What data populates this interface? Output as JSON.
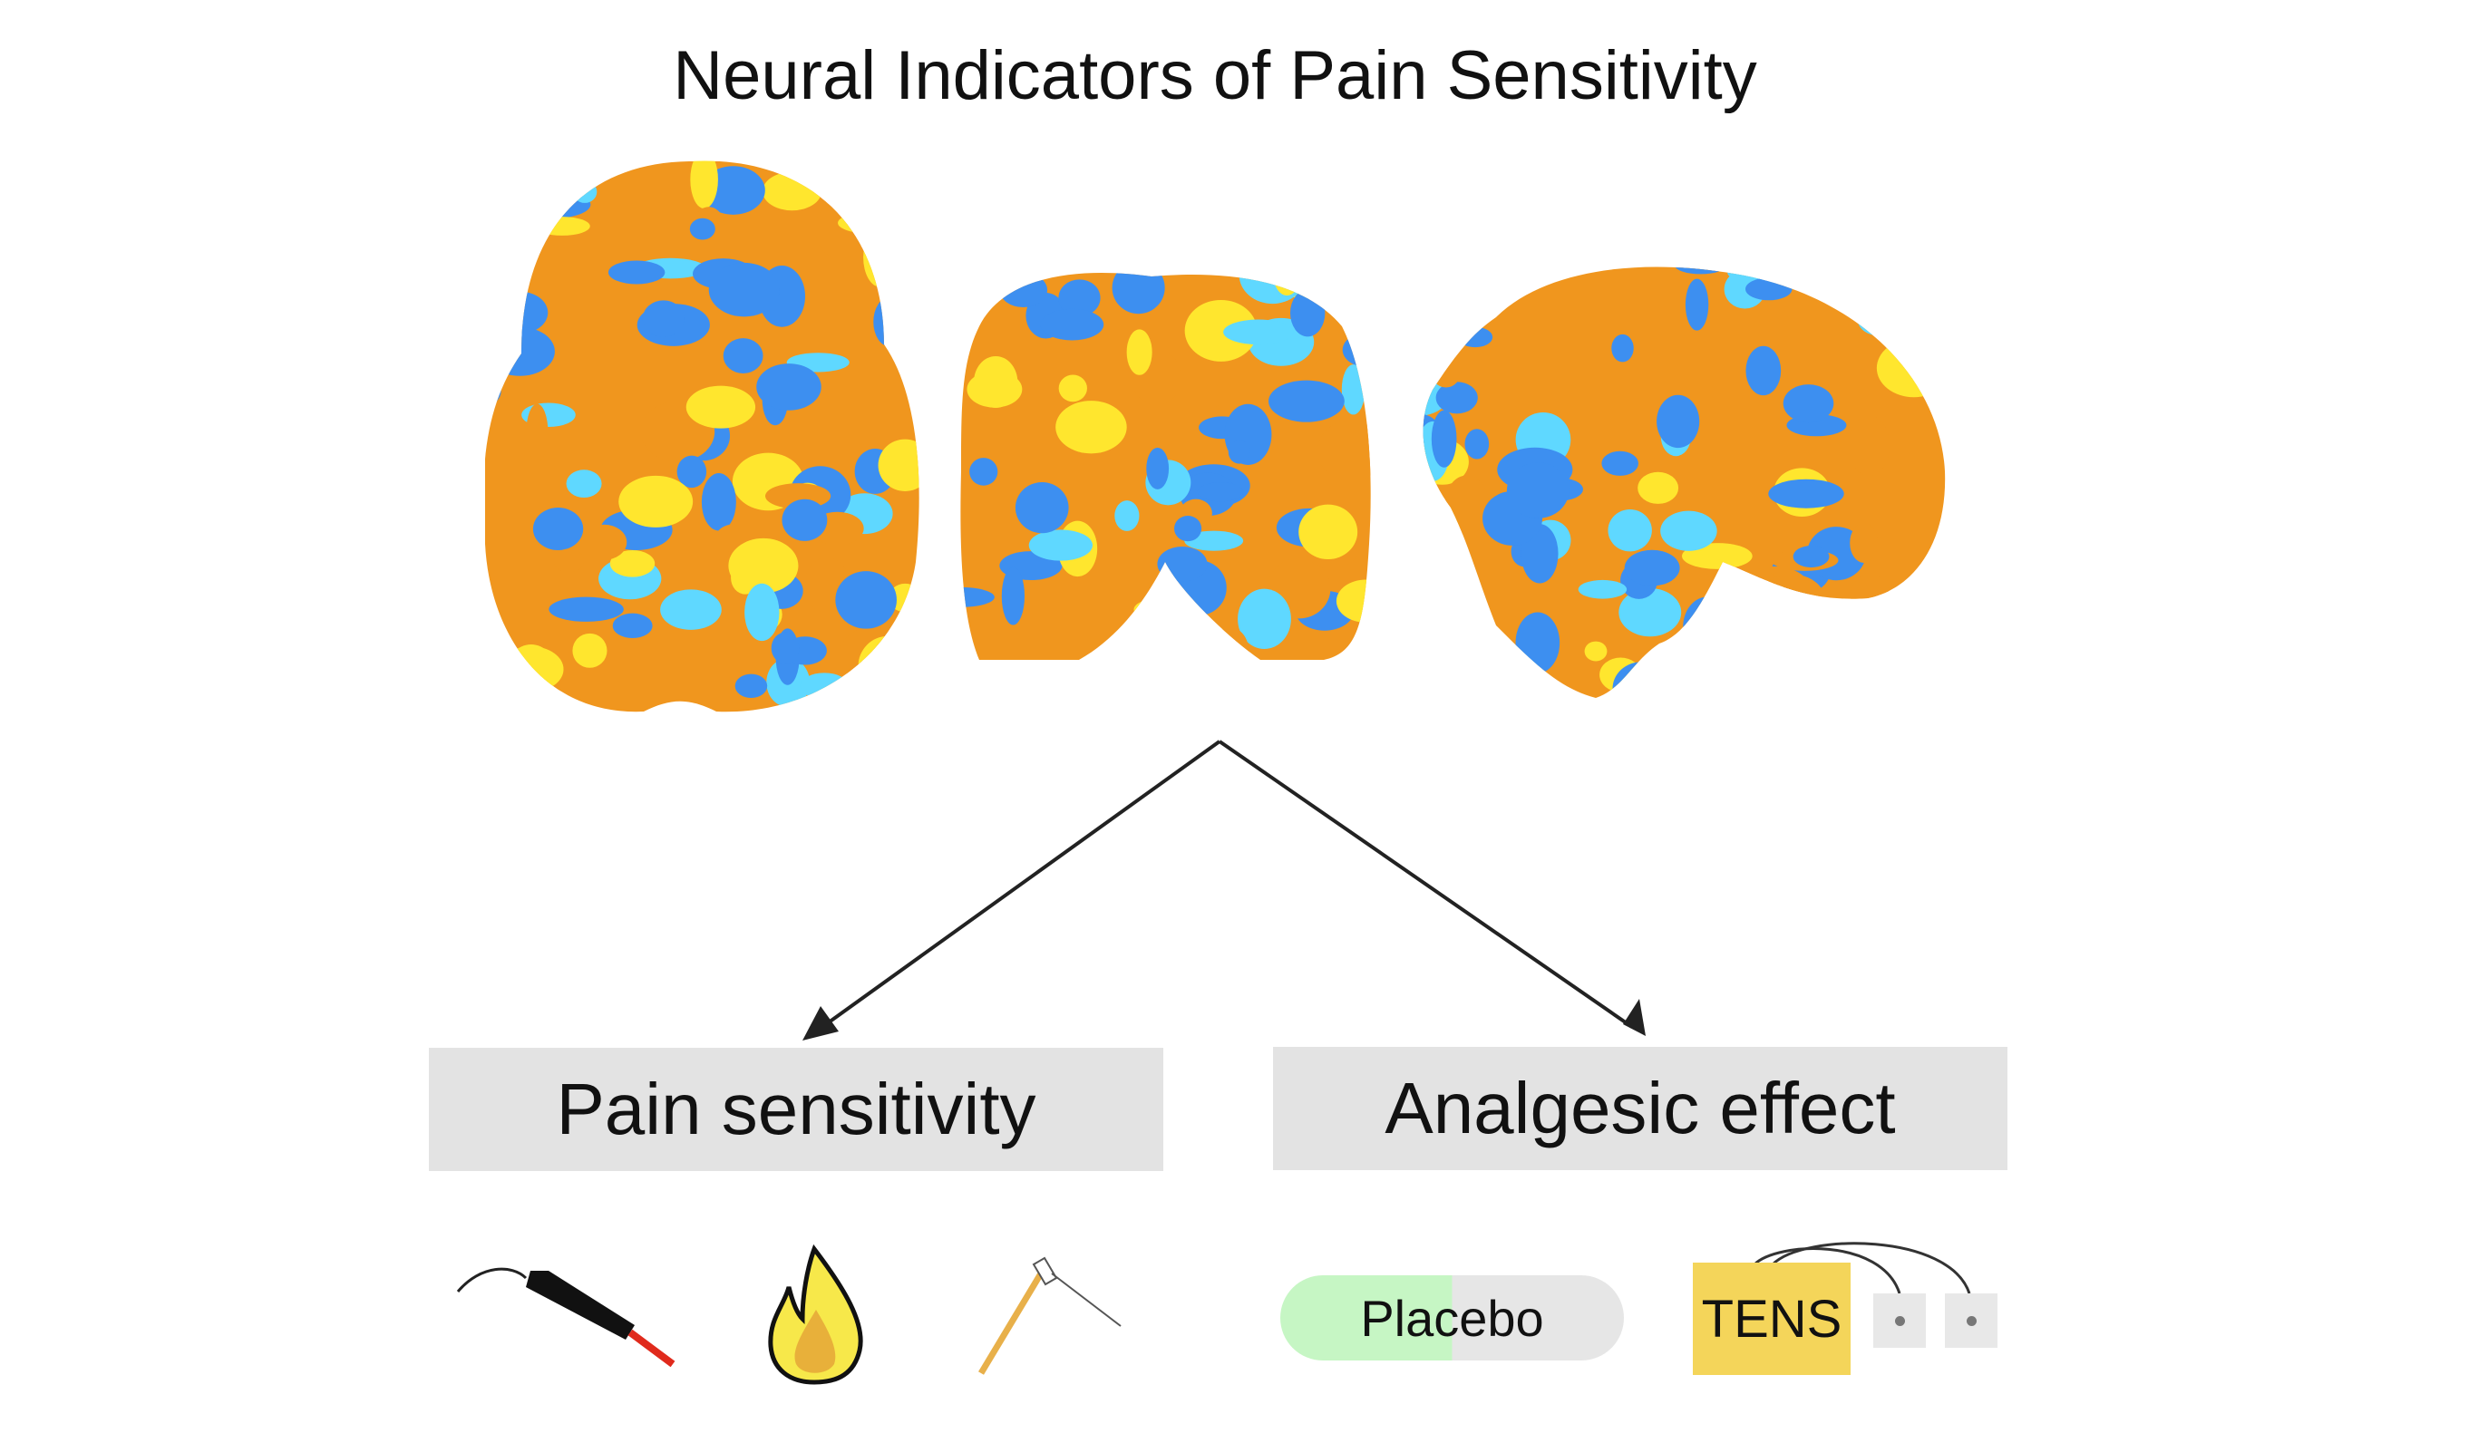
{
  "title": "Neural Indicators of Pain Sensitivity",
  "brain_views": [
    "axial",
    "coronal",
    "sagittal"
  ],
  "outcomes": {
    "pain_sensitivity": "Pain sensitivity",
    "analgesic_effect": "Analgesic effect"
  },
  "pain_stimuli_icons": [
    "pressure-probe-icon",
    "flame-icon",
    "hammer-icon"
  ],
  "analgesia": {
    "placebo": "Placebo",
    "tens": "TENS"
  },
  "colors": {
    "orange": "#f0961e",
    "blue": "#3d8ff0",
    "cyan": "#5fd8ff",
    "yellow": "#ffe62e",
    "box": "#e3e3e3",
    "placebo_green": "#c6f6c4",
    "tens_yellow": "#f4d55a"
  }
}
